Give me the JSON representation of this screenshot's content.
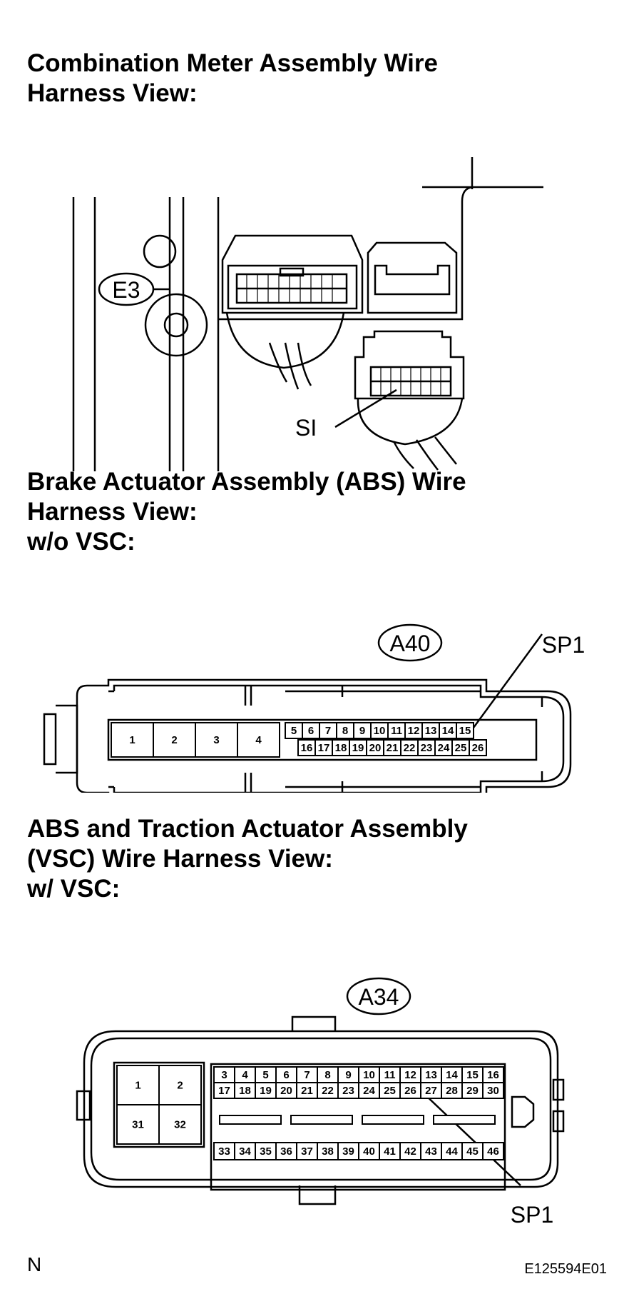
{
  "sections": [
    {
      "title_lines": [
        "Combination Meter Assembly Wire",
        "Harness View:"
      ]
    },
    {
      "title_lines": [
        "Brake Actuator Assembly (ABS) Wire",
        "Harness View:",
        "w/o VSC:"
      ]
    },
    {
      "title_lines": [
        "ABS and Traction Actuator Assembly",
        "(VSC) Wire Harness View:",
        "w/ VSC:"
      ]
    }
  ],
  "meter": {
    "connector_label": "E3",
    "splice_label": "SI"
  },
  "abs": {
    "connector_label": "A40",
    "splice_label": "SP1",
    "large_pins": [
      "1",
      "2",
      "3",
      "4"
    ],
    "top_pins": [
      "5",
      "6",
      "7",
      "8",
      "9",
      "10",
      "11",
      "12",
      "13",
      "14",
      "15"
    ],
    "bottom_pins": [
      "16",
      "17",
      "18",
      "19",
      "20",
      "21",
      "22",
      "23",
      "24",
      "25",
      "26"
    ]
  },
  "vsc": {
    "connector_label": "A34",
    "splice_label": "SP1",
    "large_pins": [
      "1",
      "2",
      "31",
      "32"
    ],
    "row1": [
      "3",
      "4",
      "5",
      "6",
      "7",
      "8",
      "9",
      "10",
      "11",
      "12",
      "13",
      "14",
      "15",
      "16"
    ],
    "row2": [
      "17",
      "18",
      "19",
      "20",
      "21",
      "22",
      "23",
      "24",
      "25",
      "26",
      "27",
      "28",
      "29",
      "30"
    ],
    "row3": [
      "33",
      "34",
      "35",
      "36",
      "37",
      "38",
      "39",
      "40",
      "41",
      "42",
      "43",
      "44",
      "45",
      "46"
    ]
  },
  "footer": {
    "left": "N",
    "right": "E125594E01"
  }
}
